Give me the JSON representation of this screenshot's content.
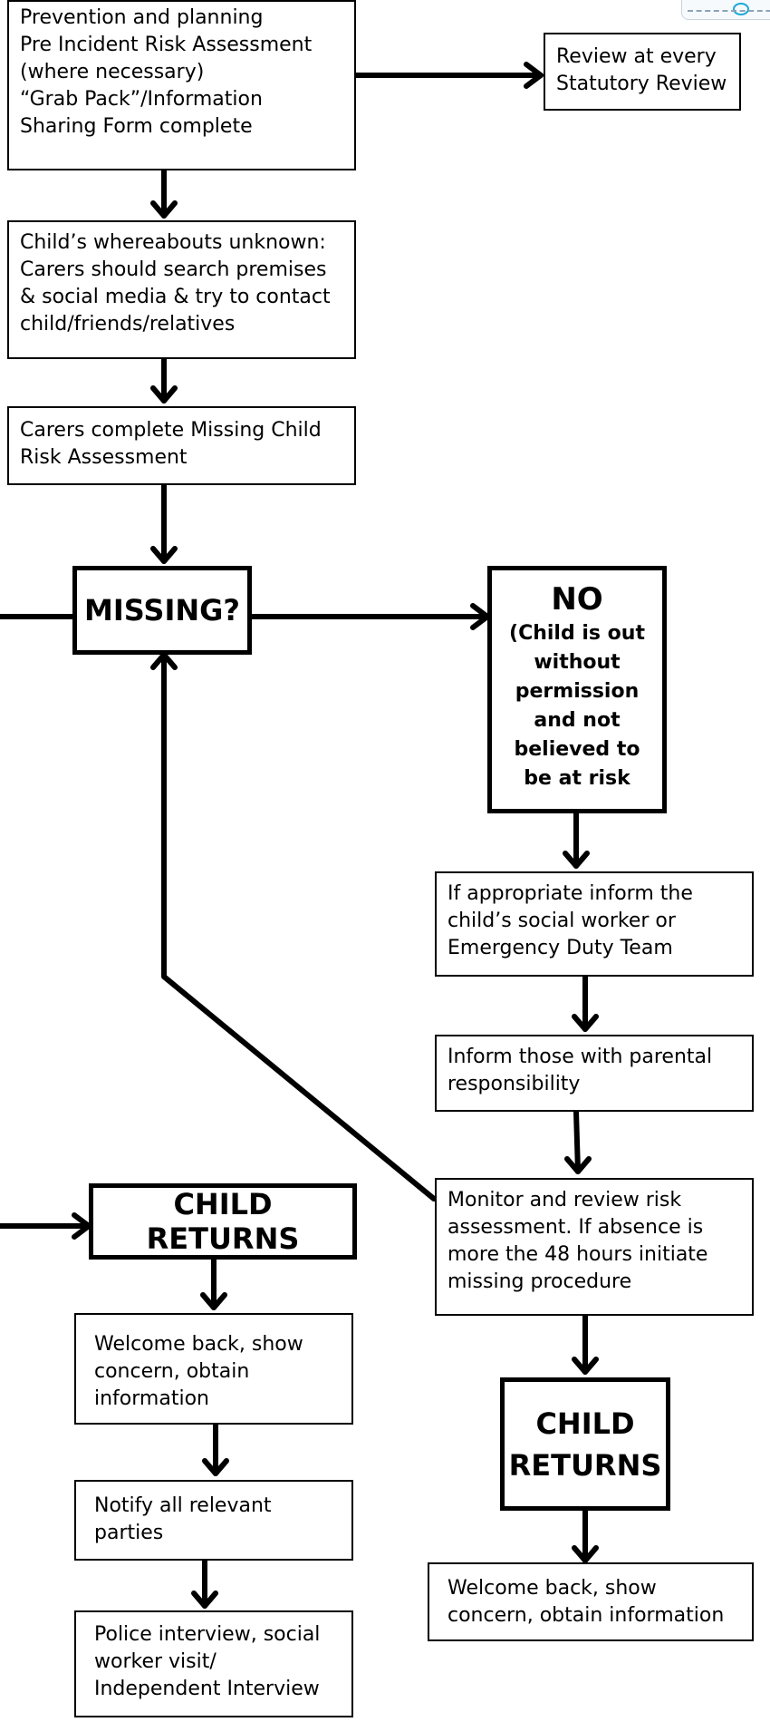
{
  "boxes": {
    "prevention": [
      "Prevention and planning",
      "Pre Incident Risk Assessment",
      "(where necessary)",
      "“Grab Pack”/Information",
      "Sharing Form complete"
    ],
    "review": [
      "Review at every",
      "Statutory Review"
    ],
    "whereabouts": [
      "Child’s whereabouts unknown:",
      "Carers should search premises",
      "& social media & try to contact",
      "child/friends/relatives"
    ],
    "risk_assessment": [
      "Carers complete Missing Child",
      "Risk Assessment"
    ],
    "missing": "MISSING?",
    "no": {
      "title": "NO",
      "lines": [
        "(Child is out",
        "without",
        "permission",
        "and not",
        "believed to",
        "be at risk"
      ]
    },
    "inform_social_worker": [
      "If appropriate inform the",
      "child’s social worker or",
      "Emergency Duty Team"
    ],
    "inform_parental": [
      "Inform those with parental",
      "responsibility"
    ],
    "monitor": [
      "Monitor and review risk",
      "assessment. If absence is",
      "more the 48 hours initiate",
      "missing procedure"
    ],
    "child_returns_left": "CHILD RETURNS",
    "welcome_left": [
      "Welcome back, show",
      "concern, obtain",
      "information"
    ],
    "notify": [
      "Notify all relevant",
      "parties"
    ],
    "police": [
      "Police interview, social",
      "worker visit/",
      "Independent Interview"
    ],
    "child_returns_right": [
      "CHILD",
      "RETURNS"
    ],
    "welcome_right": [
      "Welcome back, show",
      "concern, obtain information"
    ]
  },
  "colors": {
    "line": "#000000",
    "box_bg": "#ffffff",
    "text": "#000000"
  }
}
